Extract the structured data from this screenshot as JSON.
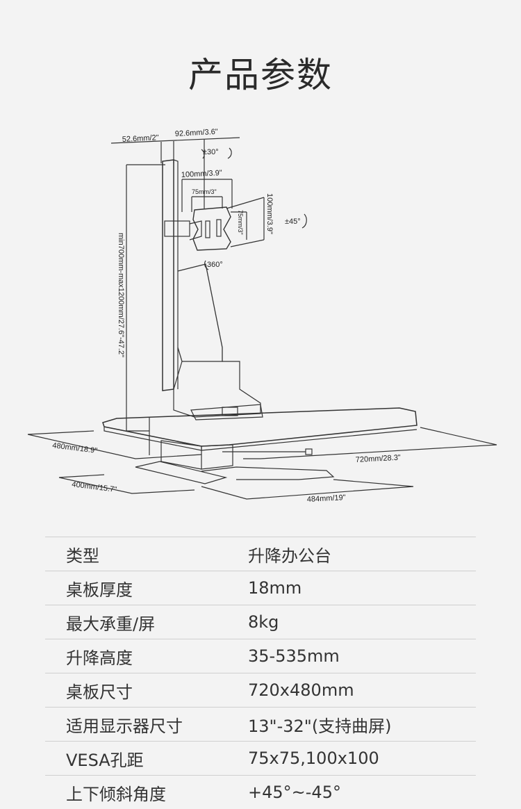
{
  "title": "产品参数",
  "drawing": {
    "dims": {
      "post_width": "52.6mm/2\"",
      "arm_offset": "92.6mm/3.6\"",
      "tilt": "±30°",
      "vesa_100_h": "100mm/3.9\"",
      "vesa_75_h": "75mm/3\"",
      "vesa_100_v": "100mm/3.9\"",
      "vesa_75_v": "75mm/3\"",
      "swivel": "±45°",
      "rotate": "360°",
      "height_range": "min700mm-max1200mm/27.6\"-47.2\"",
      "desk_depth": "480mm/18.9\"",
      "desk_width": "720mm/28.3\"",
      "base_depth": "400mm/15.7\"",
      "base_width": "484mm/19\""
    }
  },
  "specs": [
    {
      "label": "类型",
      "value": "升降办公台"
    },
    {
      "label": "桌板厚度",
      "value": "18mm"
    },
    {
      "label": "最大承重/屏",
      "value": "8kg"
    },
    {
      "label": "升降高度",
      "value": "35-535mm"
    },
    {
      "label": "桌板尺寸",
      "value": "720x480mm"
    },
    {
      "label": "适用显示器尺寸",
      "value": "13\"-32\"(支持曲屏)"
    },
    {
      "label": "VESA孔距",
      "value": "75x75,100x100"
    },
    {
      "label": "上下倾斜角度",
      "value": "+45°~-45°"
    }
  ]
}
